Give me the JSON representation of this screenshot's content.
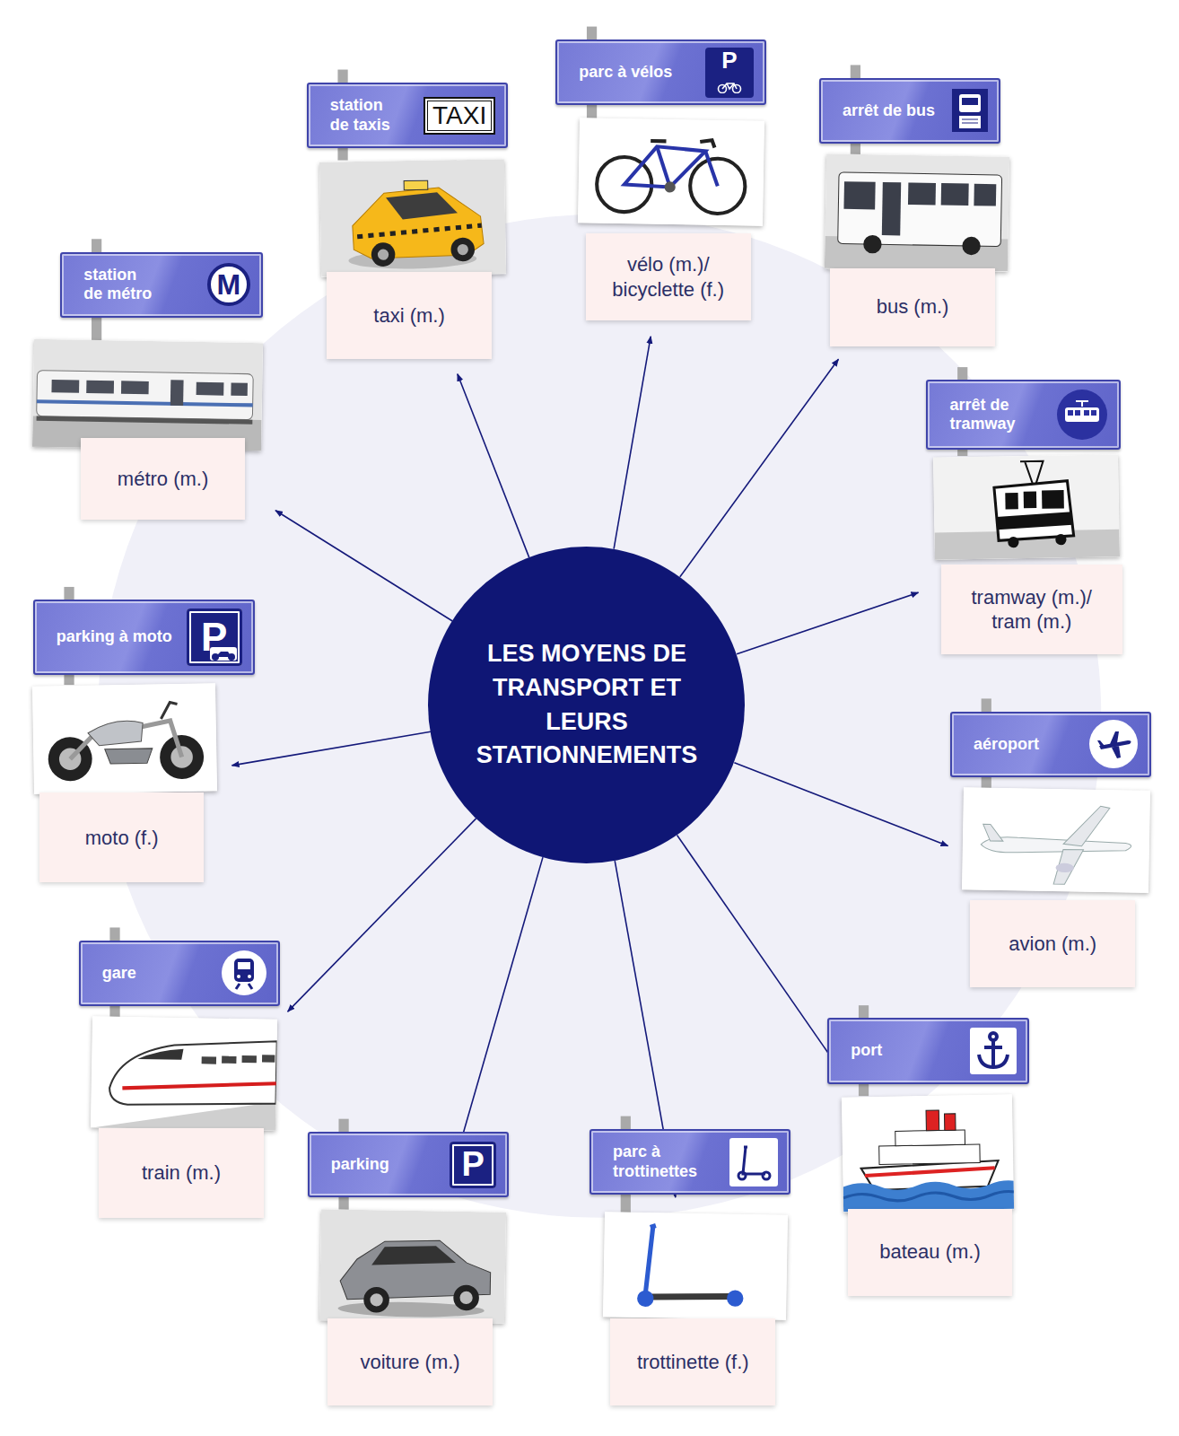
{
  "diagram": {
    "nodes": [
      {
        "text": [
          "LES MOYENS DE TRANSPORT ET LEURS STATIONNEMENTS"
        ]
      },
      {
        "text": [
          "station de métro"
        ]
      },
      {
        "text": [
          "métro (m.)"
        ]
      },
      {
        "text": [
          "station de taxis"
        ]
      },
      {
        "text": [
          "taxi (m.)"
        ]
      },
      {
        "text": [
          "parc à vélos"
        ]
      },
      {
        "text": [
          "vélo (m.)/ bicyclette (f.)"
        ]
      },
      {
        "text": [
          "arrêt de bus"
        ]
      },
      {
        "text": [
          "bus (m.)"
        ]
      },
      {
        "text": [
          "arrêt de tramway"
        ]
      },
      {
        "text": [
          "tramway (m.)/ tram (m.)"
        ]
      },
      {
        "text": [
          "aéroport"
        ]
      },
      {
        "text": [
          "avion (m.)"
        ]
      },
      {
        "text": [
          "port"
        ]
      },
      {
        "text": [
          "bateau (m.)"
        ]
      },
      {
        "text": [
          "parc à trottinettes"
        ]
      },
      {
        "text": [
          "trottinette (f.)"
        ]
      },
      {
        "text": [
          "parking"
        ]
      },
      {
        "text": [
          "voiture (m.)"
        ]
      },
      {
        "text": [
          "gare"
        ]
      },
      {
        "text": [
          "train (m.)"
        ]
      },
      {
        "text": [
          "parking à moto"
        ]
      },
      {
        "text": [
          "moto (f.)"
        ]
      }
    ],
    "edges": [
      {
        "from": 0,
        "to": 2,
        "arrow": "to"
      },
      {
        "from": 0,
        "to": 4,
        "arrow": "to"
      },
      {
        "from": 0,
        "to": 6,
        "arrow": "to"
      },
      {
        "from": 0,
        "to": 8,
        "arrow": "to"
      },
      {
        "from": 0,
        "to": 10,
        "arrow": "to"
      },
      {
        "from": 0,
        "to": 12,
        "arrow": "to"
      },
      {
        "from": 0,
        "to": 14,
        "arrow": "to"
      },
      {
        "from": 0,
        "to": 16,
        "arrow": "to"
      },
      {
        "from": 0,
        "to": 18,
        "arrow": "to"
      },
      {
        "from": 0,
        "to": 20,
        "arrow": "to"
      },
      {
        "from": 0,
        "to": 22,
        "arrow": "to"
      }
    ],
    "labels": [
      "M",
      "TAXI",
      "P",
      "P",
      "P"
    ]
  }
}
